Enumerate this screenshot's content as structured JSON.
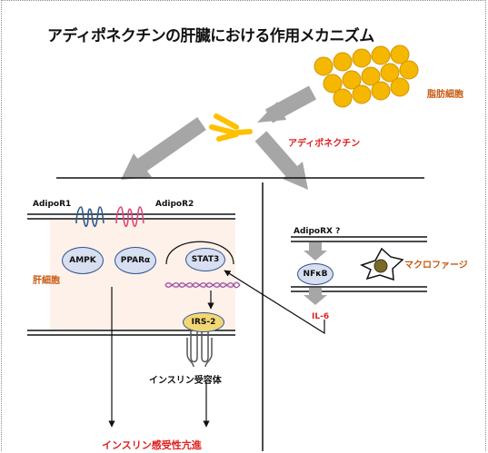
{
  "title": "アディポネクチンの肝臓における作用メカニズム",
  "labels": {
    "adipocyte": "脂肪細胞",
    "adiponectin": "アディポネクチン",
    "adipor1": "AdipoR1",
    "adipor2": "AdipoR2",
    "adiporx": "AdipoRX ?",
    "hepatocyte": "肝細胞",
    "macrophage": "マクロファージ",
    "il6": "IL-6",
    "insulin_receptor": "インスリン受容体",
    "insulin_sensitivity": "インスリン感受性亢進"
  },
  "nodes": {
    "ampk": "AMPK",
    "ppara": "PPARα",
    "stat3": "STAT3",
    "nfkb": "NFκB",
    "irs2": "IRS-2"
  },
  "colors": {
    "adipocyte_fill": "#f5b700",
    "adiponectin_fill": "#ffc000",
    "node_fill": "#d7dff0",
    "node_border": "#2f528f",
    "irs2_fill": "#f2d774",
    "cell_fill": "#fdf1ea",
    "adipor1_color": "#2e5c8a",
    "adipor2_color": "#e0457b",
    "dna_color": "#c07ac0",
    "accent_red": "#e01f1f",
    "accent_brown": "#c55a11",
    "arrow_gray": "#a6a6a6"
  }
}
